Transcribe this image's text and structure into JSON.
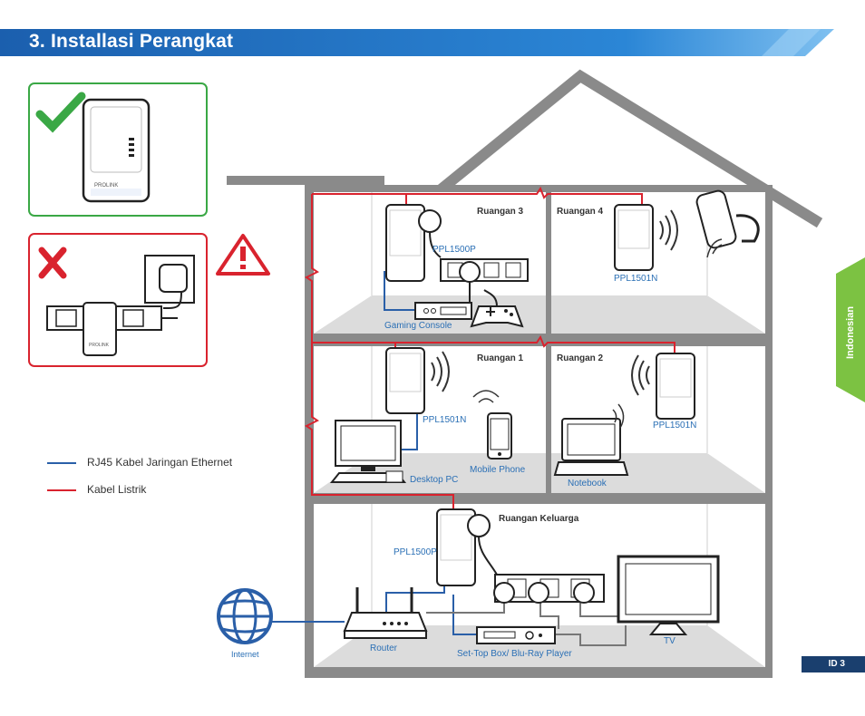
{
  "header": {
    "title": "3. Installasi Perangkat"
  },
  "side_tab": {
    "label": "Indonesian"
  },
  "page_tag": {
    "label": "ID 3"
  },
  "panels": {
    "ok_brand": "PROLINK",
    "bad_brand": "PROLINK"
  },
  "legend": {
    "ethernet": "RJ45 Kabel Jaringan Ethernet",
    "power": "Kabel Listrik"
  },
  "rooms": {
    "r3": "Ruangan 3",
    "r4": "Ruangan 4",
    "r1": "Ruangan 1",
    "r2": "Ruangan 2",
    "family": "Ruangan Keluarga"
  },
  "labels": {
    "ppl1500p_top": "PPL1500P",
    "ppl1501n_r4": "PPL1501N",
    "gaming": "Gaming Console",
    "ppl1501n_r1": "PPL1501N",
    "ppl1501n_r2": "PPL1501N",
    "desktop": "Desktop PC",
    "mobile": "Mobile Phone",
    "notebook": "Notebook",
    "ppl1500p_bottom": "PPL1500P",
    "internet": "Internet",
    "router": "Router",
    "stb": "Set-Top Box/ Blu-Ray Player",
    "tv": "TV"
  },
  "colors": {
    "header_blue": "#1f6fc0",
    "ethernet": "#2a5fa8",
    "power": "#d9232e",
    "green_tab": "#7cc242",
    "house_grey": "#8a8a8a",
    "ok_border": "#3aa845",
    "bad_border": "#d9232e"
  }
}
